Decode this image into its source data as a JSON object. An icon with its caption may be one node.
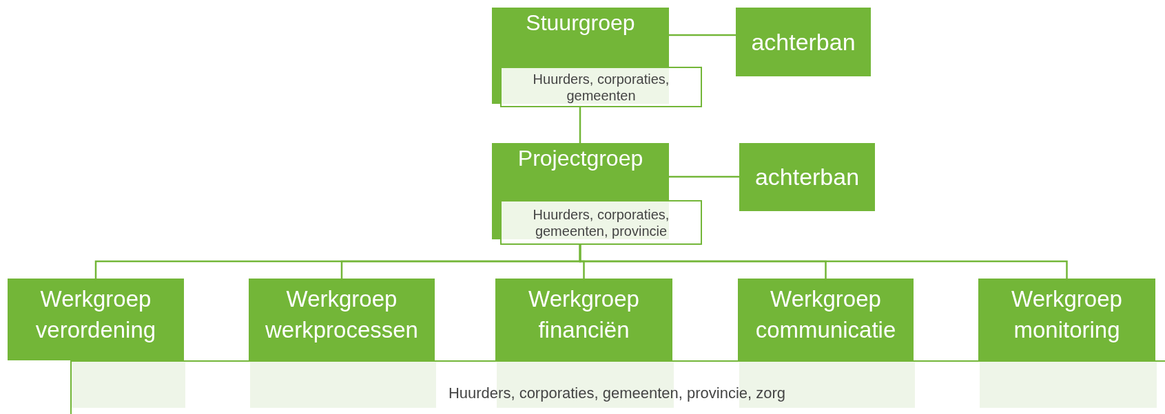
{
  "diagram": {
    "nodes": [
      {
        "text": [
          "Stuurgroep"
        ]
      },
      {
        "text": [
          "Huurders, corporaties, gemeenten"
        ]
      },
      {
        "text": [
          "achterban"
        ]
      },
      {
        "text": [
          "Projectgroep"
        ]
      },
      {
        "text": [
          "Huurders, corporaties, gemeenten, provincie"
        ]
      },
      {
        "text": [
          "achterban"
        ]
      },
      {
        "text": [
          "Werkgroep verordening"
        ]
      },
      {
        "text": [
          "Werkgroep werkprocessen"
        ]
      },
      {
        "text": [
          "Werkgroep financiën"
        ]
      },
      {
        "text": [
          "Werkgroep communicatie"
        ]
      },
      {
        "text": [
          "Werkgroep monitoring"
        ]
      },
      {
        "text": [
          "Huurders, corporaties, gemeenten, provincie, zorg"
        ]
      }
    ],
    "edges": [
      {
        "from": 0,
        "to": 2,
        "arrow": "none"
      },
      {
        "from": 1,
        "to": 3,
        "arrow": "none"
      },
      {
        "from": 3,
        "to": 5,
        "arrow": "none"
      },
      {
        "from": 4,
        "to": 6,
        "arrow": "none"
      },
      {
        "from": 4,
        "to": 7,
        "arrow": "none"
      },
      {
        "from": 4,
        "to": 8,
        "arrow": "none"
      },
      {
        "from": 4,
        "to": 9,
        "arrow": "none"
      },
      {
        "from": 4,
        "to": 10,
        "arrow": "none"
      }
    ]
  }
}
